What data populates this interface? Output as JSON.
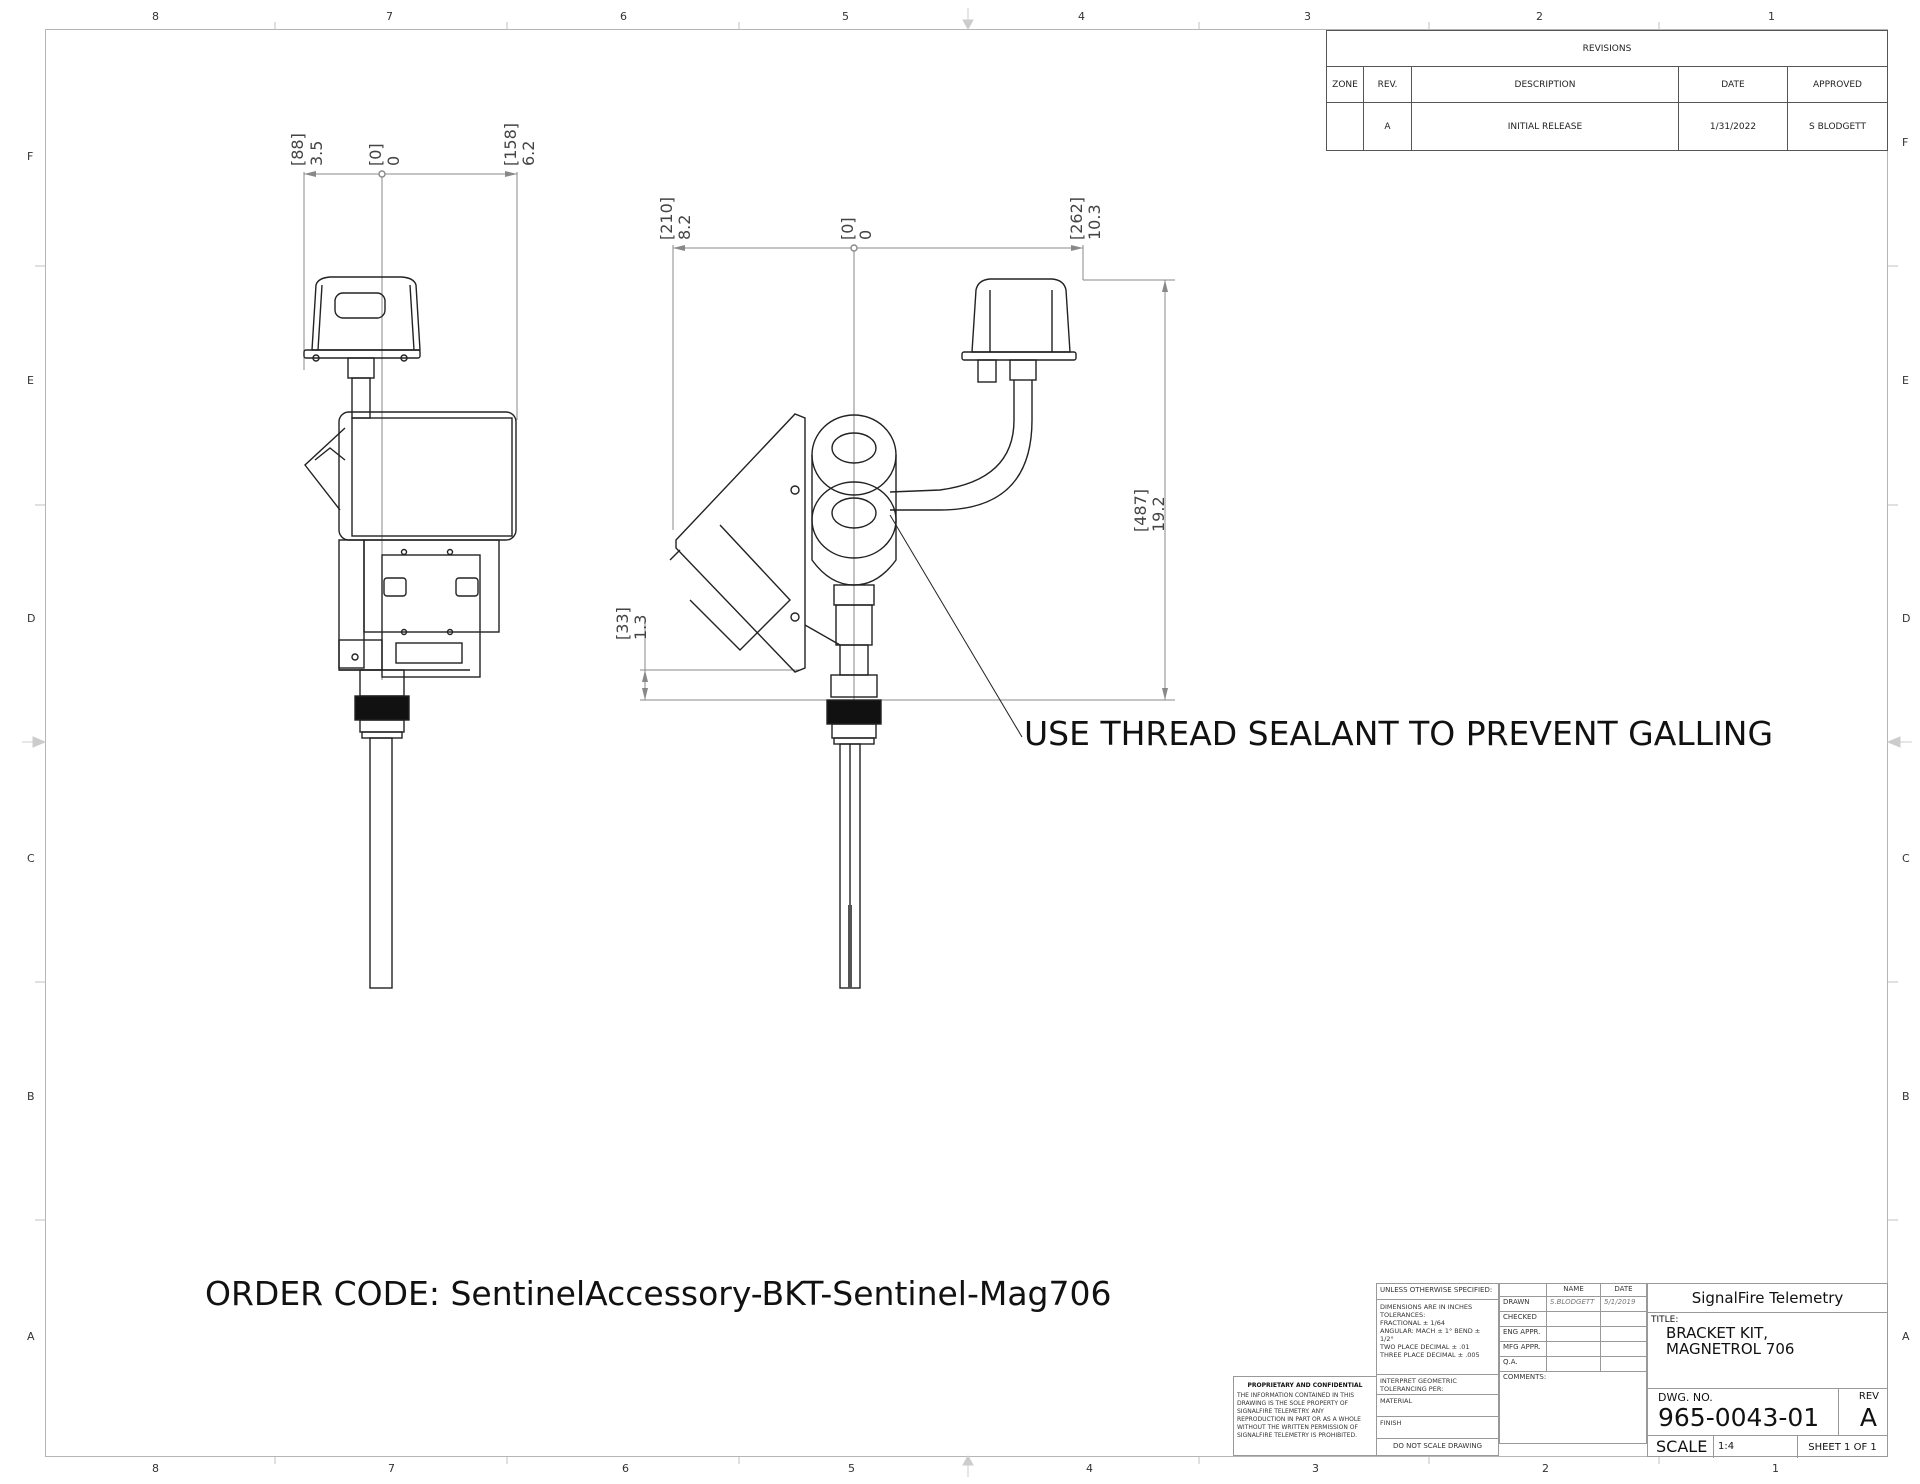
{
  "sheet": {
    "zones_top": [
      "8",
      "7",
      "6",
      "5",
      "4",
      "3",
      "2",
      "1"
    ],
    "zones_bottom": [
      "8",
      "7",
      "6",
      "5",
      "4",
      "3",
      "2",
      "1"
    ],
    "zones_left": [
      "F",
      "E",
      "D",
      "C",
      "B",
      "A"
    ],
    "zones_right": [
      "F",
      "E",
      "D",
      "C",
      "B",
      "A"
    ]
  },
  "revisions": {
    "title": "REVISIONS",
    "headers": [
      "ZONE",
      "REV.",
      "DESCRIPTION",
      "DATE",
      "APPROVED"
    ],
    "rows": [
      {
        "zone": "",
        "rev": "A",
        "description": "INITIAL RELEASE",
        "date": "1/31/2022",
        "approved": "S BLODGETT"
      }
    ]
  },
  "views": {
    "front": {
      "dims": [
        {
          "bracket": "[88]",
          "value": "3.5"
        },
        {
          "bracket": "[0]",
          "value": "0"
        },
        {
          "bracket": "[158]",
          "value": "6.2"
        }
      ]
    },
    "side": {
      "dims_horizontal": [
        {
          "bracket": "[210]",
          "value": "8.2"
        },
        {
          "bracket": "[0]",
          "value": "0"
        },
        {
          "bracket": "[262]",
          "value": "10.3"
        }
      ],
      "dims_vertical": [
        {
          "bracket": "[487]",
          "value": "19.2"
        },
        {
          "bracket": "[33]",
          "value": "1.3"
        }
      ]
    }
  },
  "notes": {
    "callout": "USE THREAD SEALANT TO PREVENT GALLING",
    "order_code": "ORDER CODE: SentinelAccessory-BKT-Sentinel-Mag706"
  },
  "proprietary": {
    "title": "PROPRIETARY AND CONFIDENTIAL",
    "body": "THE INFORMATION CONTAINED IN THIS DRAWING IS THE SOLE PROPERTY OF SIGNALFIRE TELEMETRY. ANY REPRODUCTION IN PART OR AS A WHOLE WITHOUT THE WRITTEN PERMISSION OF SIGNALFIRE TELEMETRY IS PROHIBITED."
  },
  "tolerances": {
    "header": "UNLESS OTHERWISE SPECIFIED:",
    "lines": [
      "DIMENSIONS ARE IN INCHES",
      "TOLERANCES:",
      "FRACTIONAL ± 1/64",
      "ANGULAR: MACH ± 1° BEND ± 1/2°",
      "TWO PLACE DECIMAL ± .01",
      "THREE PLACE DECIMAL ± .005"
    ],
    "geometric": "INTERPRET GEOMETRIC TOLERANCING PER:",
    "material": "MATERIAL",
    "finish": "FINISH",
    "no_scale": "DO NOT SCALE DRAWING"
  },
  "approvals": {
    "headers": [
      "",
      "NAME",
      "DATE"
    ],
    "rows": [
      {
        "role": "DRAWN",
        "name": "S.BLODGETT",
        "date": "5/1/2019"
      },
      {
        "role": "CHECKED",
        "name": "",
        "date": ""
      },
      {
        "role": "ENG APPR.",
        "name": "",
        "date": ""
      },
      {
        "role": "MFG APPR.",
        "name": "",
        "date": ""
      },
      {
        "role": "Q.A.",
        "name": "",
        "date": ""
      }
    ],
    "comments": "COMMENTS:"
  },
  "title_block": {
    "company": "SignalFire Telemetry",
    "title_label": "TITLE:",
    "title_line1": "BRACKET KIT,",
    "title_line2": "MAGNETROL 706",
    "dwg_label": "DWG. NO.",
    "dwg_no": "965-0043-01",
    "rev_label": "REV",
    "rev": "A",
    "scale_label": "SCALE",
    "scale": "1:4",
    "sheet": "SHEET 1 OF 1"
  }
}
